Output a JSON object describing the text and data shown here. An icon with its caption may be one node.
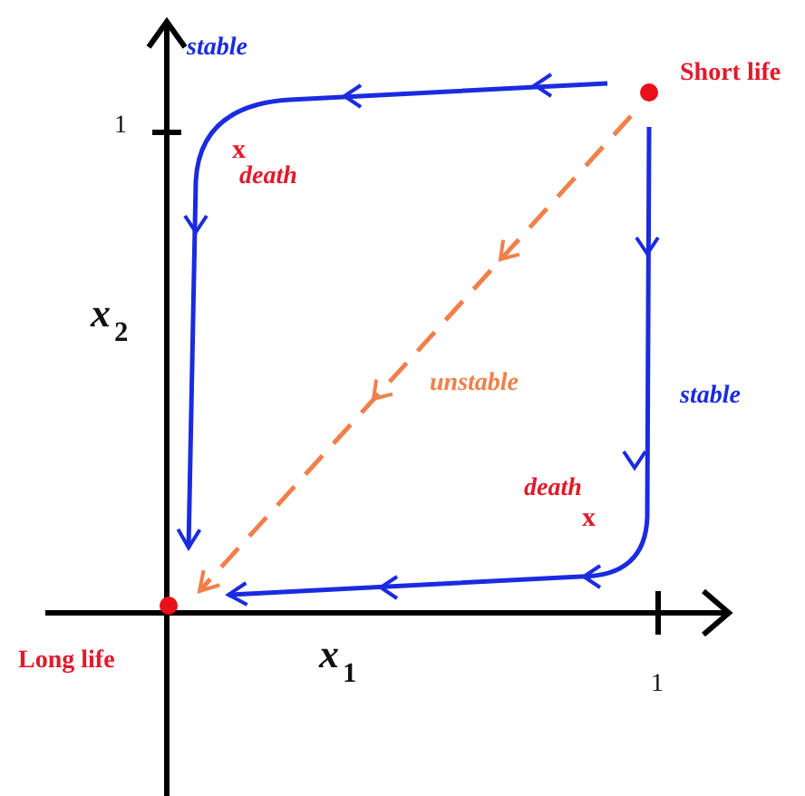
{
  "diagram": {
    "nodes": [
      {
        "text": [],
        "shape": "circle",
        "beside": [
          "Short life"
        ]
      },
      {
        "text": [],
        "shape": "circle",
        "beside": [
          "Long life"
        ]
      }
    ],
    "edges": [
      {
        "from": 0,
        "to": 1,
        "arrow": "to",
        "label": "stable"
      },
      {
        "from": 0,
        "to": 1,
        "arrow": "to",
        "label": "stable"
      },
      {
        "from": 0,
        "to": 1,
        "arrow": "to",
        "label": "unstable",
        "style": "dashed",
        "color": "#f0804a"
      }
    ],
    "labels": [
      "x",
      "death",
      "death",
      "x",
      "x$_{2}$",
      "1",
      "x$_{1}$",
      "1"
    ]
  }
}
